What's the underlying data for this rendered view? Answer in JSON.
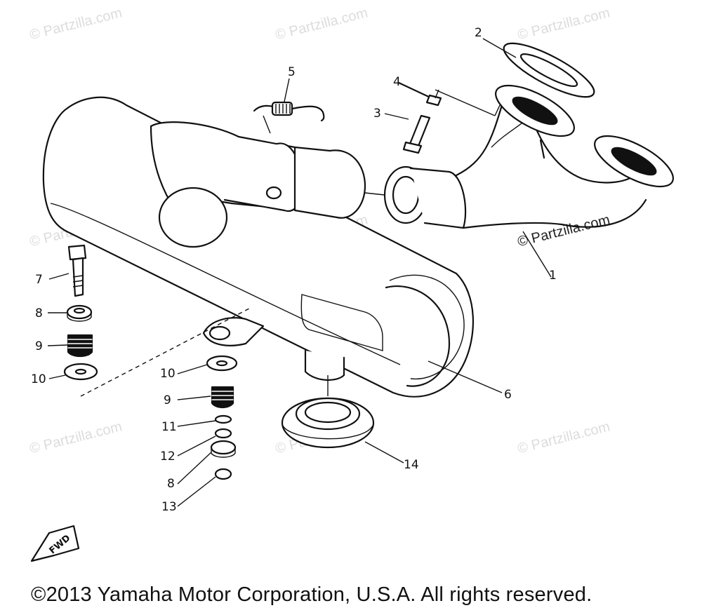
{
  "watermarks": [
    "© Partzilla.com",
    "© Partzilla.com",
    "© Partzilla.com",
    "© Partzilla.com",
    "© Partzilla.com",
    "© Partzilla.com",
    "© Partzilla.com",
    "© Partzilla.com",
    "© Partzilla.com"
  ],
  "part_labels": [
    "1",
    "2",
    "3",
    "4",
    "5",
    "6",
    "7",
    "8",
    "9",
    "10",
    "10",
    "9",
    "11",
    "12",
    "8",
    "13",
    "14"
  ],
  "fwd_label": "FWD",
  "copyright": "©2013 Yamaha Motor Corporation, U.S.A. All rights reserved."
}
